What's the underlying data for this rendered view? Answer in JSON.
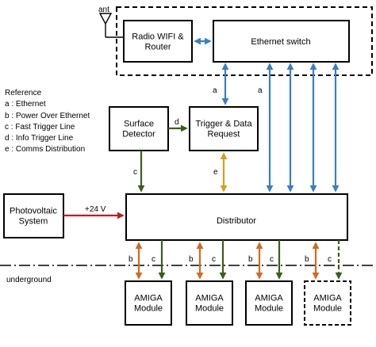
{
  "antenna_label": "ant",
  "boxes": {
    "radio": "Radio WIFI &\nRouter",
    "switch": "Ethernet switch",
    "surface": "Surface\nDetector",
    "trigger": "Trigger & Data\nRequest",
    "pv": "Photovoltaic\nSystem",
    "distributor": "Distributor",
    "amiga": [
      "AMIGA\nModule",
      "AMIGA\nModule",
      "AMIGA\nModule",
      "AMIGA\nModule"
    ]
  },
  "reference": {
    "title": "Reference",
    "items": [
      "a : Ethernet",
      "b : Power Over Ethernet",
      "c : Fast Trigger Line",
      "d : Info Trigger Line",
      "e : Comms Distribution"
    ]
  },
  "line_labels": {
    "a": "a",
    "b": "b",
    "c": "c",
    "d": "d",
    "e": "e",
    "power": "+24 V"
  },
  "underground": "underground",
  "colors": {
    "ethernet": "#3a7fc4",
    "fast_trigger": "#3d5d1f",
    "info_trigger": "#3d5d1f",
    "comms": "#d4a019",
    "poe": "#d36a1f",
    "power": "#c41a1a"
  }
}
